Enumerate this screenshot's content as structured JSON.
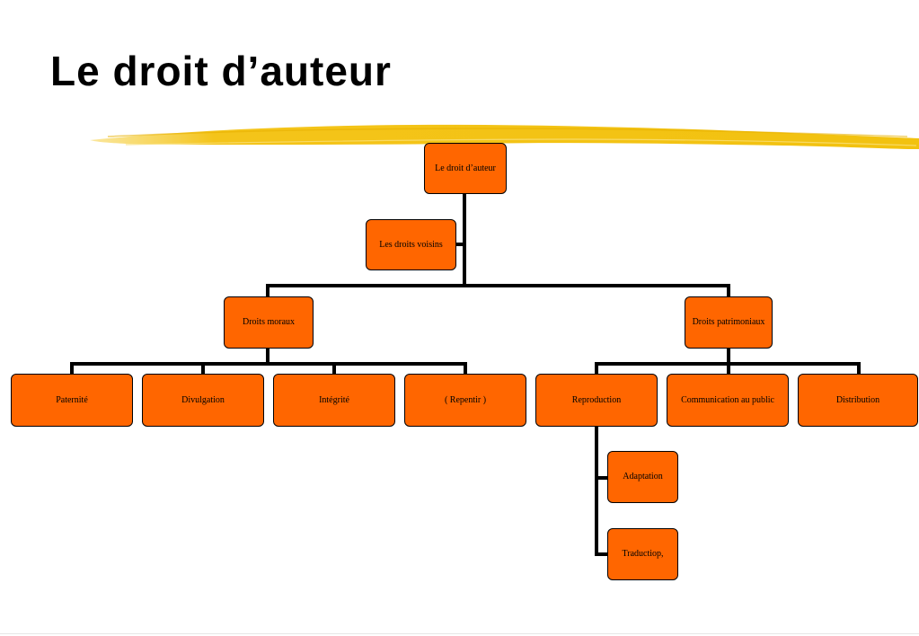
{
  "slide": {
    "title": "Le droit d’auteur"
  },
  "colors": {
    "node_fill": "#ff6600",
    "node_border": "#000000",
    "connector": "#000000",
    "brush": "#f2c20f"
  },
  "org_chart": {
    "root": "Le droit d’auteur",
    "assistant": "Les droits voisins",
    "moraux": {
      "label": "Droits moraux",
      "children": [
        "Paternité",
        "Divulgation",
        "Intégrité",
        "( Repentir )"
      ]
    },
    "patrimoniaux": {
      "label": "Droits patrimoniaux",
      "children": [
        "Reproduction",
        "Communication au public",
        "Distribution"
      ]
    },
    "reproduction_children": [
      "Adaptation",
      "Traductiop,"
    ]
  }
}
